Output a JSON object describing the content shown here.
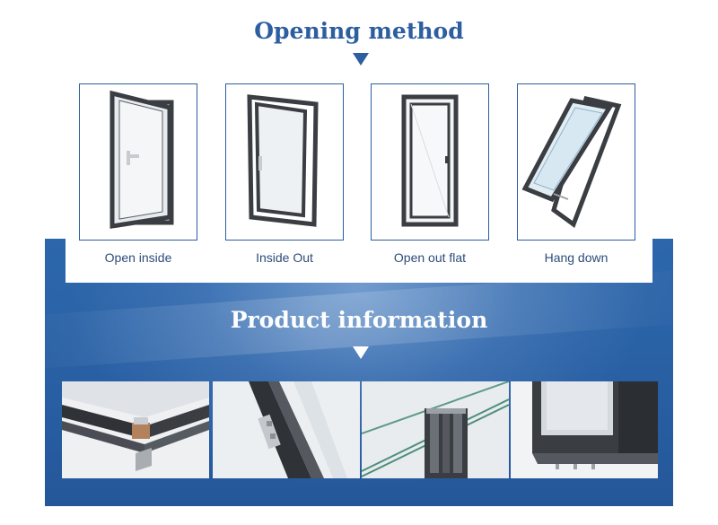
{
  "opening_method": {
    "title": "Opening method",
    "items": [
      {
        "label": "Open inside",
        "icon": "window-open-inside-icon"
      },
      {
        "label": "Inside Out",
        "icon": "window-inside-out-icon"
      },
      {
        "label": "Open out flat",
        "icon": "window-open-out-flat-icon"
      },
      {
        "label": "Hang down",
        "icon": "window-hang-down-icon"
      }
    ]
  },
  "product_information": {
    "title": "Product information",
    "photos": [
      "frame-corner-photo",
      "hinge-detail-photo",
      "profile-section-photo",
      "window-bottom-photo"
    ]
  },
  "colors": {
    "accent_blue": "#2c5ea0",
    "frame_dark": "#3a3d42",
    "white": "#ffffff"
  }
}
